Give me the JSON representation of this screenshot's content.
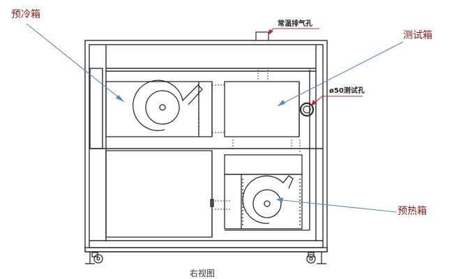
{
  "labels": {
    "precool_chamber": "预冷箱",
    "test_chamber": "测试箱",
    "preheat_chamber": "预热箱",
    "ambient_vent": "常温排气孔",
    "test_port": "ø50测试孔",
    "bottom_caption": "右视图"
  },
  "colors": {
    "label_text": "#8b1a1a",
    "leader_blue": "#5b86c4",
    "leader_red": "#c0282a",
    "drawing_line": "#2a2a2a",
    "dashed_line": "#333399"
  }
}
